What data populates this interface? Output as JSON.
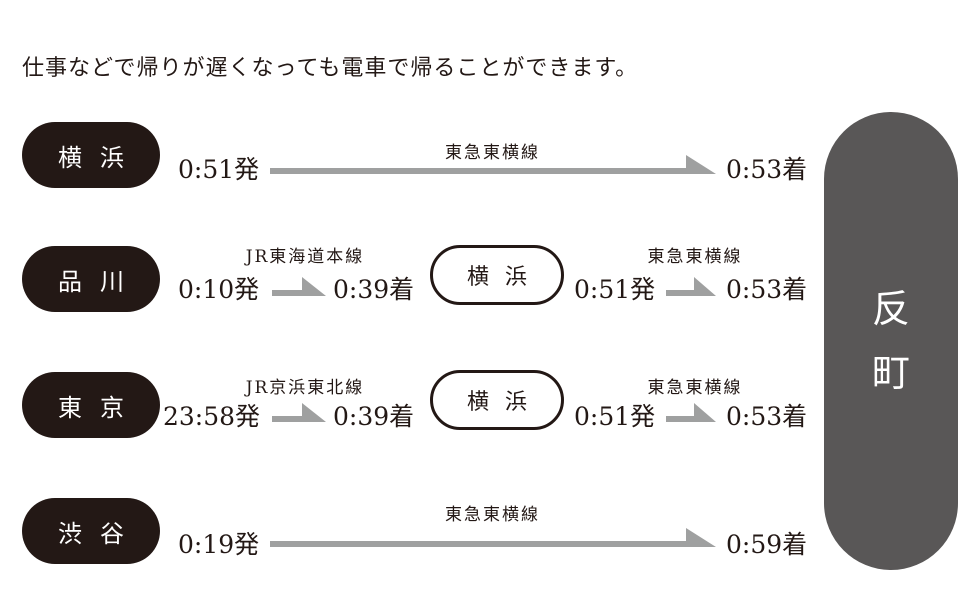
{
  "headline": "仕事などで帰りが遅くなっても電車で帰ることができます。",
  "destination": {
    "char1": "反",
    "char2": "町"
  },
  "colors": {
    "ink": "#231815",
    "arrow": "#9fa0a0",
    "destination": "#595757"
  },
  "routes": [
    {
      "origin": "横浜",
      "depart": "0:51発",
      "line": "東急東横線",
      "arrive": "0:53着"
    },
    {
      "origin": "品川",
      "depart": "0:10発",
      "line1": "JR東海道本線",
      "arrive1": "0:39着",
      "transfer": "横浜",
      "depart2": "0:51発",
      "line2": "東急東横線",
      "arrive": "0:53着"
    },
    {
      "origin": "東京",
      "depart": "23:58発",
      "line1": "JR京浜東北線",
      "arrive1": "0:39着",
      "transfer": "横浜",
      "depart2": "0:51発",
      "line2": "東急東横線",
      "arrive": "0:53着"
    },
    {
      "origin": "渋谷",
      "depart": "0:19発",
      "line": "東急東横線",
      "arrive": "0:59着"
    }
  ]
}
